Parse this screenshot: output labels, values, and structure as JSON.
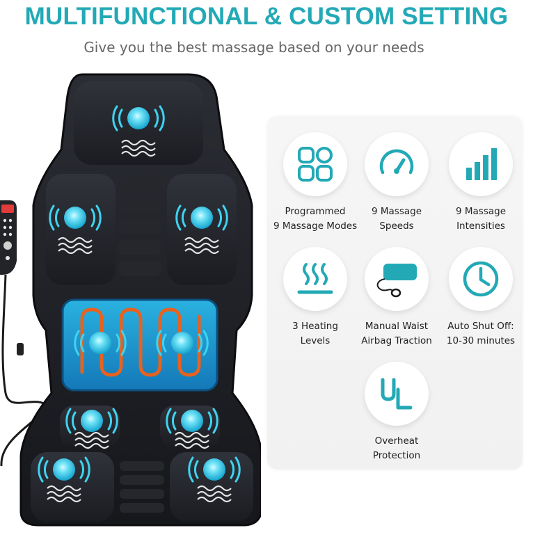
{
  "header": {
    "title": "MULTIFUNCTIONAL & CUSTOM SETTING",
    "subtitle": "Give you the best massage based on your needs"
  },
  "colors": {
    "accent": "#23a9b6",
    "heat": "#e8621e",
    "cushion": "#1c1d22",
    "glow": "#3fd3f0"
  },
  "features": [
    {
      "icon": "modes-grid-icon",
      "line1": "Programmed",
      "line2": "9 Massage Modes"
    },
    {
      "icon": "speedometer-icon",
      "line1": "9 Massage",
      "line2": "Speeds"
    },
    {
      "icon": "intensity-bars-icon",
      "line1": "9 Massage",
      "line2": "Intensities"
    },
    {
      "icon": "heat-waves-icon",
      "line1": "3 Heating",
      "line2": "Levels"
    },
    {
      "icon": "airbag-pump-icon",
      "line1": "Manual Waist",
      "line2": "Airbag Traction"
    },
    {
      "icon": "clock-icon",
      "line1": "Auto Shut Off:",
      "line2": "10-30 minutes"
    },
    {
      "icon": "ul-certification-icon",
      "line1": "Overheat",
      "line2": "Protection"
    }
  ]
}
